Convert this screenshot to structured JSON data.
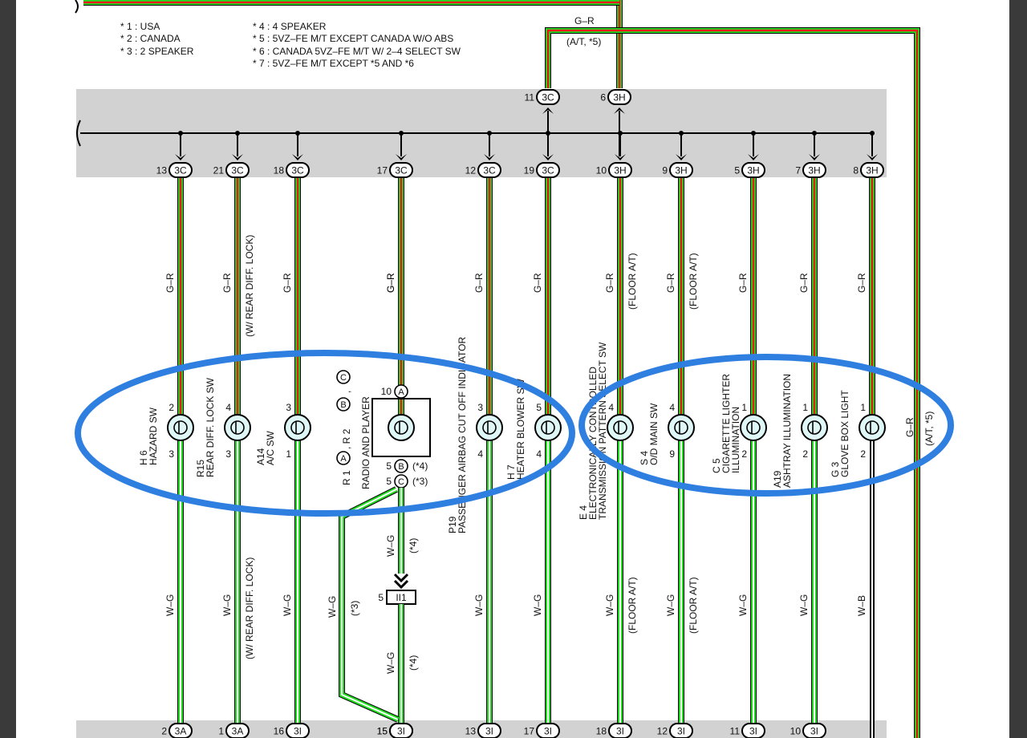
{
  "notes": {
    "left": [
      "* 1 : USA",
      "* 2 : CANADA",
      "* 3 : 2 SPEAKER"
    ],
    "right": [
      "* 4 : 4 SPEAKER",
      "* 5 : 5VZ–FE M/T EXCEPT CANADA W/O ABS",
      "* 6 : CANADA 5VZ–FE M/T W/ 2–4 SELECT SW",
      "* 7 : 5VZ–FE M/T EXCEPT *5 AND *6"
    ]
  },
  "top_labels": {
    "wire": "G–R",
    "cond": "(A/T, *5)"
  },
  "top_connectors": [
    {
      "pin": "11",
      "conn": "3C"
    },
    {
      "pin": "6",
      "conn": "3H"
    }
  ],
  "right_wire": {
    "wire": "G–R",
    "cond": "(A/T, *5)"
  },
  "columns": [
    {
      "id": "hazard",
      "pin_top": "13",
      "conn_top": "3C",
      "wire_top": "G–R",
      "cond_top": "",
      "comp_pin1": "2",
      "comp_pin2": "3",
      "comp_code": "H 6",
      "comp_name": [
        "HAZARD SW"
      ],
      "wire_bot": "W–G",
      "cond_bot": "",
      "pin_bot": "2",
      "conn_bot": "3A"
    },
    {
      "id": "rear-diff",
      "pin_top": "21",
      "conn_top": "3C",
      "wire_top": "G–R",
      "cond_top": "(W/ REAR DIFF.  LOCK)",
      "comp_pin1": "4",
      "comp_pin2": "3",
      "comp_code": "R15",
      "comp_name": [
        "REAR DIFF. LOCK SW"
      ],
      "wire_bot": "W–G",
      "cond_bot": "(W/ REAR DIFF.  LOCK)",
      "pin_bot": "1",
      "conn_bot": "3A"
    },
    {
      "id": "ac",
      "pin_top": "18",
      "conn_top": "3C",
      "wire_top": "G–R",
      "cond_top": "",
      "comp_pin1": "3",
      "comp_pin2": "1",
      "comp_code": "A14",
      "comp_name": [
        "A/C SW"
      ],
      "wire_bot": "W–G",
      "cond_bot": "",
      "pin_bot": "16",
      "conn_bot": "3I"
    },
    {
      "id": "radio",
      "pin_top": "17",
      "conn_top": "3C",
      "wire_top": "G–R",
      "cond_top": "",
      "comp_pin1": "10",
      "comp_pin2": "5",
      "comp_code": "R 1",
      "comp_name": [
        "RADIO AND PLAYER"
      ],
      "wire_bot": "W–G",
      "cond_bot": "(*4)",
      "pin_bot": "15",
      "conn_bot": "3I"
    },
    {
      "id": "airbag",
      "pin_top": "12",
      "conn_top": "3C",
      "wire_top": "G–R",
      "cond_top": "",
      "comp_pin1": "3",
      "comp_pin2": "4",
      "comp_code": "P19",
      "comp_name": [
        "PASSENGER AIRBAG CUT OFF INDICATOR"
      ],
      "wire_bot": "W–G",
      "cond_bot": "",
      "pin_bot": "13",
      "conn_bot": "3I"
    },
    {
      "id": "heater",
      "pin_top": "19",
      "conn_top": "3C",
      "wire_top": "G–R",
      "cond_top": "",
      "comp_pin1": "5",
      "comp_pin2": "4",
      "comp_code": "H 7",
      "comp_name": [
        "HEATER BLOWER SW"
      ],
      "wire_bot": "W–G",
      "cond_bot": "",
      "pin_bot": "17",
      "conn_bot": "3I"
    },
    {
      "id": "ect",
      "pin_top": "10",
      "conn_top": "3H",
      "wire_top": "G–R",
      "cond_top": "(FLOOR A/T)",
      "comp_pin1": "4",
      "comp_pin2": "",
      "comp_code": "E 4",
      "comp_name": [
        "ELECTRONICALLY CONTROLLED",
        "TRANSMISSION PATTERN SELECT SW"
      ],
      "wire_bot": "W–G",
      "cond_bot": "(FLOOR A/T)",
      "pin_bot": "18",
      "conn_bot": "3I"
    },
    {
      "id": "od",
      "pin_top": "9",
      "conn_top": "3H",
      "wire_top": "G–R",
      "cond_top": "(FLOOR A/T)",
      "comp_pin1": "4",
      "comp_pin2": "9",
      "comp_code": "S 4",
      "comp_name": [
        "O/D MAIN SW"
      ],
      "wire_bot": "W–G",
      "cond_bot": "(FLOOR A/T)",
      "pin_bot": "12",
      "conn_bot": "3I"
    },
    {
      "id": "cig",
      "pin_top": "5",
      "conn_top": "3H",
      "wire_top": "G–R",
      "cond_top": "",
      "comp_pin1": "1",
      "comp_pin2": "2",
      "comp_code": "C 5",
      "comp_name": [
        "CIGARETTE LIGHTER",
        "ILLUMINATION"
      ],
      "wire_bot": "W–G",
      "cond_bot": "",
      "pin_bot": "11",
      "conn_bot": "3I"
    },
    {
      "id": "ashtray",
      "pin_top": "7",
      "conn_top": "3H",
      "wire_top": "G–R",
      "cond_top": "",
      "comp_pin1": "1",
      "comp_pin2": "2",
      "comp_code": "A19",
      "comp_name": [
        "ASHTRAY ILLUMINATION"
      ],
      "wire_bot": "W–G",
      "cond_bot": "",
      "pin_bot": "10",
      "conn_bot": "3I"
    },
    {
      "id": "glovebox",
      "pin_top": "8",
      "conn_top": "3H",
      "wire_top": "G–R",
      "cond_top": "",
      "comp_pin1": "1",
      "comp_pin2": "2",
      "comp_code": "G 3",
      "comp_name": [
        "GLOVE BOX LIGHT"
      ],
      "wire_bot": "W–B",
      "cond_bot": "",
      "pin_bot": "",
      "conn_bot": ""
    }
  ],
  "radio": {
    "header": "R 1 ,  R 2",
    "top_pin": "10",
    "top_letter": "A",
    "bot_pin_b": "5",
    "bot_letter_b": "B",
    "bot_cond_b": "(*4)",
    "bot_pin_c": "5",
    "bot_letter_c": "C",
    "bot_cond_c": "(*3)",
    "junction_pin": "5",
    "junction_conn": "II1",
    "branch_wire": "W–G",
    "branch_cond": "(*3)",
    "lower_wire": "W–G",
    "lower_cond": "(*4)"
  },
  "colors": {
    "green": "#22dd22",
    "red": "#e81a1a",
    "gray": "#d2d2d2",
    "annotation": "#2f7fe0"
  }
}
